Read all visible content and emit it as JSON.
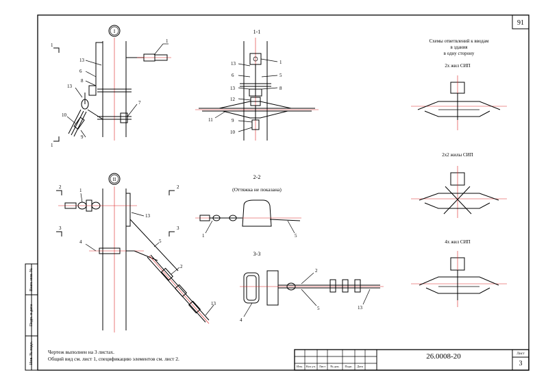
{
  "page_number": "91",
  "detail_marks": {
    "I": "I",
    "II": "II"
  },
  "sections": {
    "s11": "1-1",
    "s22": "2-2",
    "s33": "3-3",
    "note22": "(Оттяжка не показана)"
  },
  "cut_marks": {
    "one": "1",
    "two": "2",
    "three": "3"
  },
  "schemes": {
    "title": [
      "Схемы ответвлений к вводам",
      "в здания",
      "в одну сторону"
    ],
    "scheme1": "2х жил СИП",
    "scheme2": "2х2 жилы СИП",
    "scheme3": "4х жил СИП"
  },
  "callouts": {
    "d1": [
      "1",
      "13",
      "6",
      "8",
      "13",
      "7",
      "10",
      "9"
    ],
    "s11": [
      "1",
      "13",
      "6",
      "5",
      "13",
      "8",
      "12",
      "11",
      "9",
      "10"
    ],
    "d2": [
      "1",
      "13",
      "4",
      "5",
      "2",
      "13"
    ],
    "s22": [
      "1",
      "5"
    ],
    "s33": [
      "2",
      "4",
      "5",
      "13"
    ]
  },
  "notes": {
    "line1": "Чертеж выполнен на 3 листах.",
    "line2": "Общий вид см. лист 1, спецификацию элементов см. лист 2."
  },
  "title_block": {
    "code": "26.0008-20",
    "sheet_label": "Лист",
    "sheet_number": "3",
    "columns": [
      "Изм.",
      "Кол.уч.",
      "Лист",
      "№ док.",
      "Подп.",
      "Дата"
    ]
  },
  "side_stamp": {
    "inv_orig": "Инв. № подл.",
    "sign_date": "Подп. и дата",
    "inv_repl": "Взам. инв. №"
  }
}
